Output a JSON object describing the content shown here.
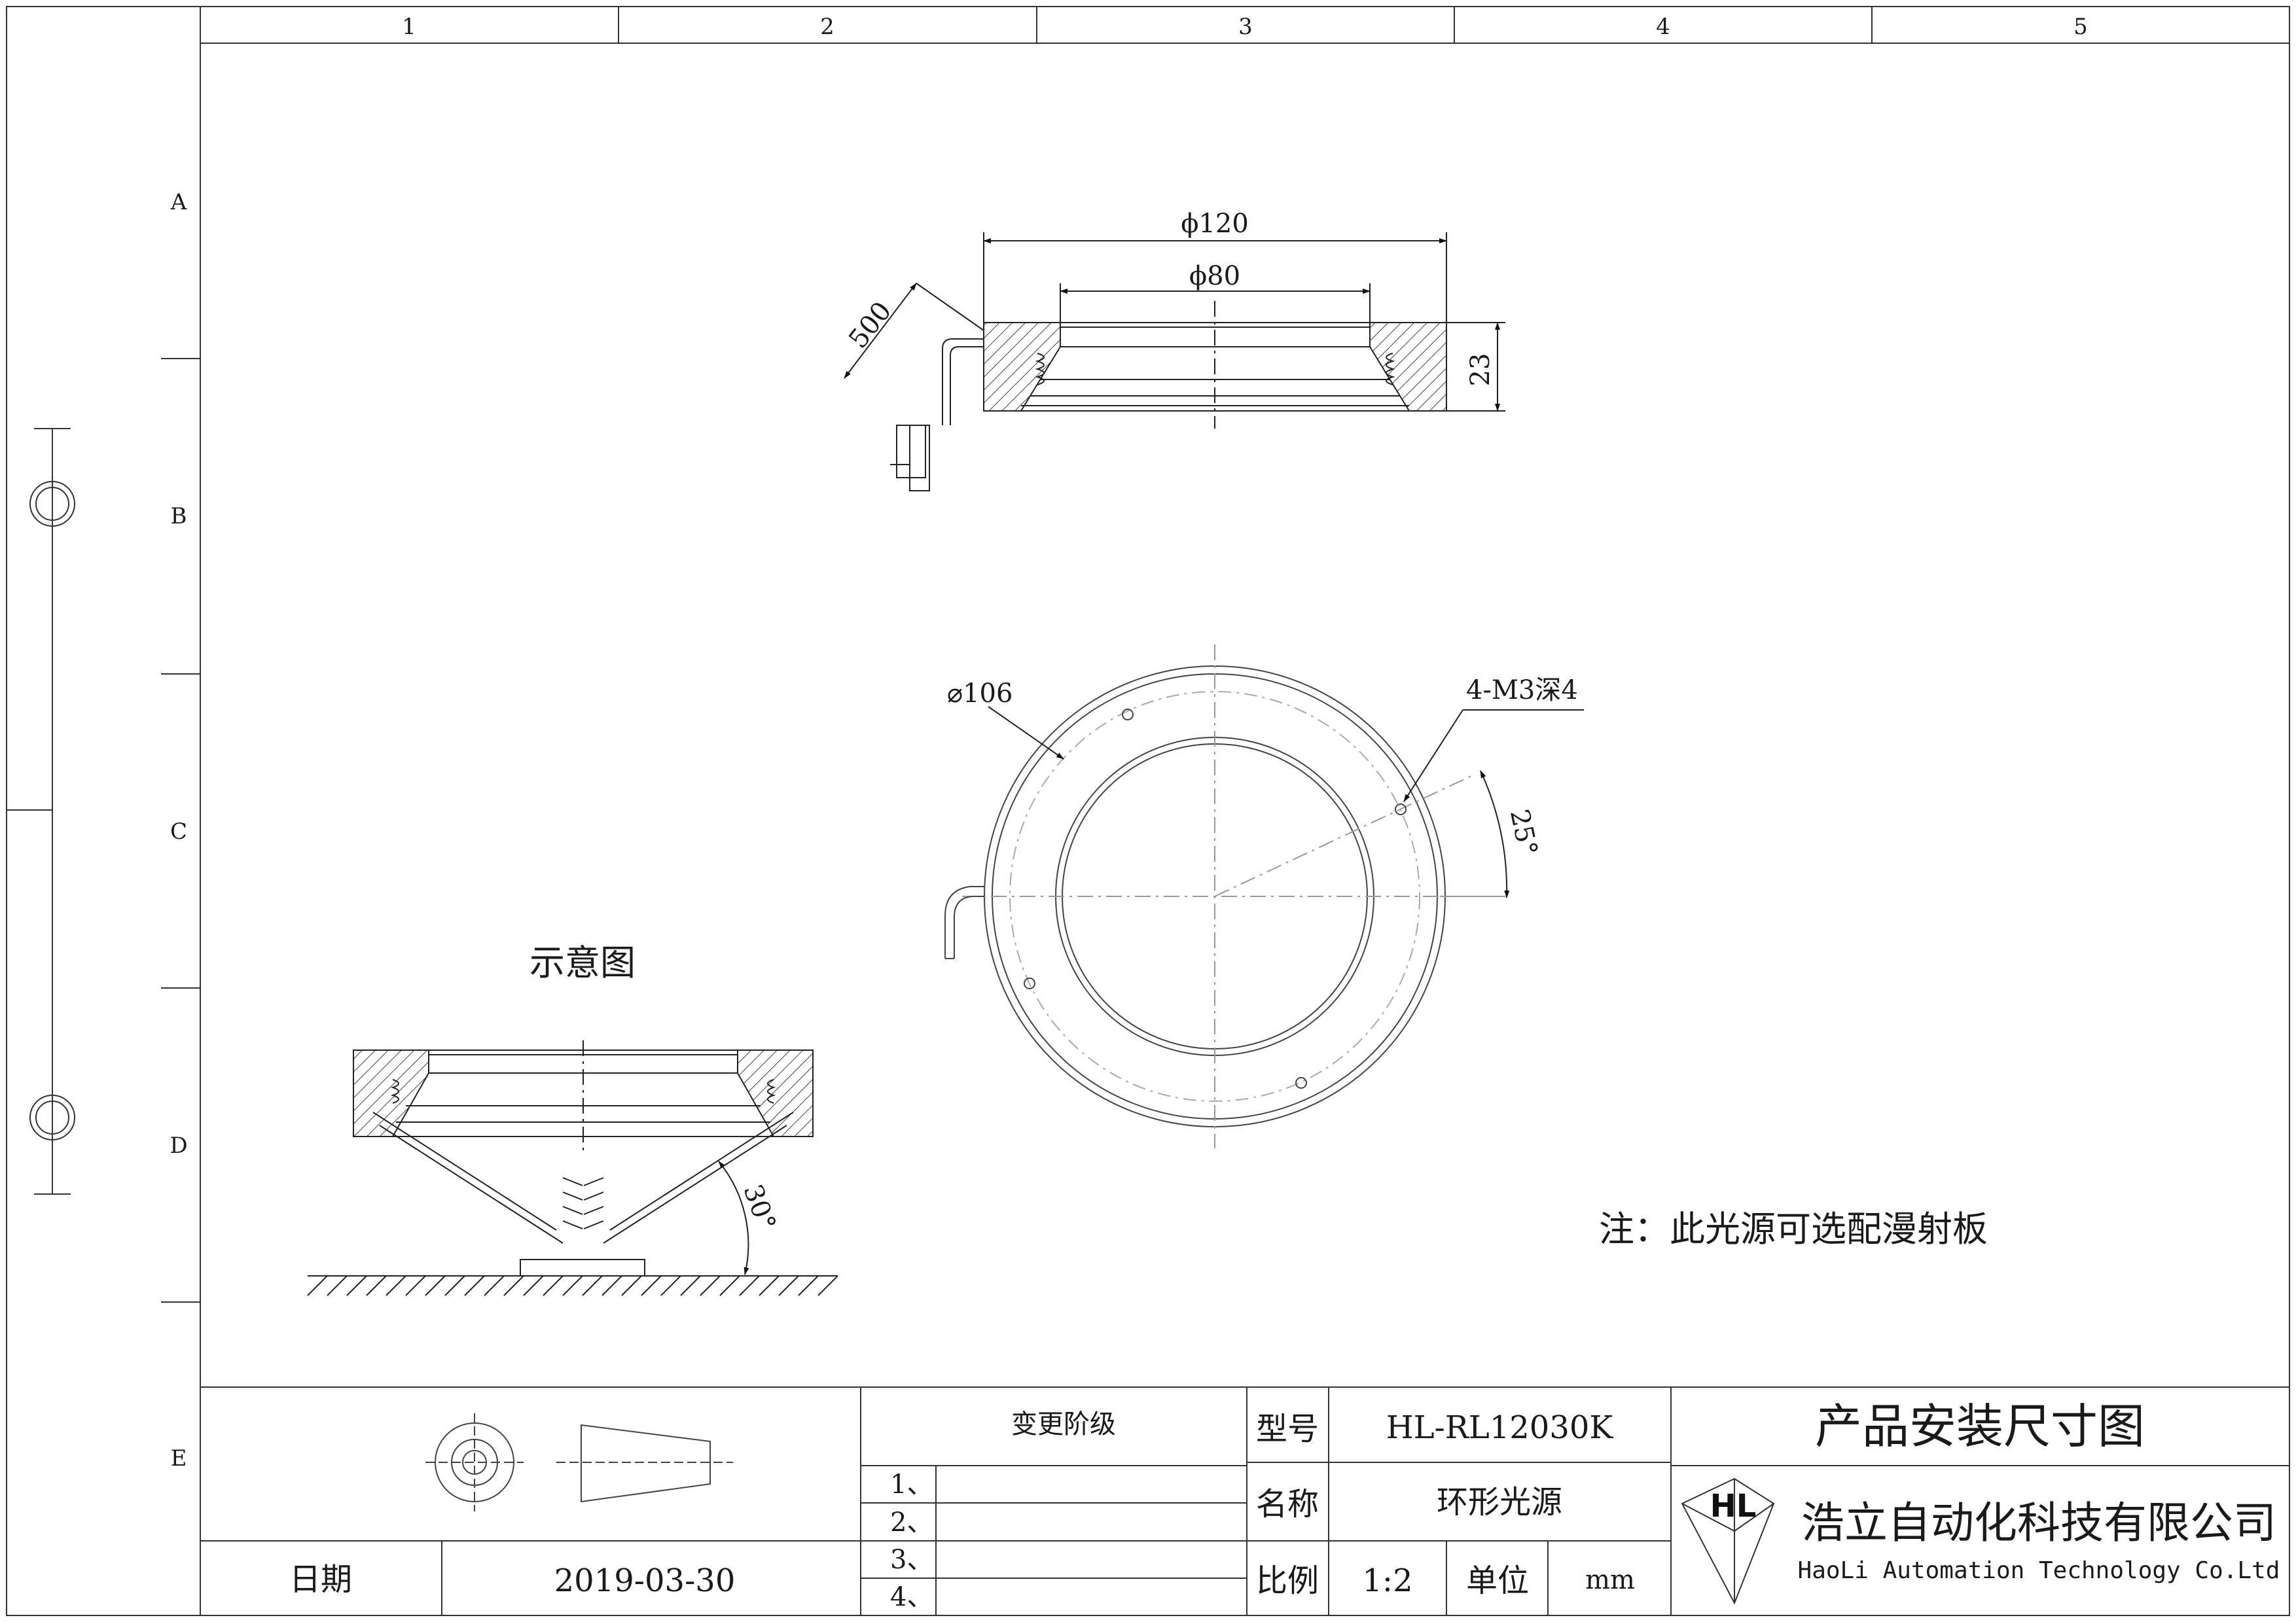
{
  "frame": {
    "columns": [
      "1",
      "2",
      "3",
      "4",
      "5"
    ],
    "rows": [
      "A",
      "B",
      "C",
      "D",
      "E"
    ]
  },
  "front_view": {
    "dim_outer": "ϕ120",
    "dim_inner": "ϕ80",
    "dim_height": "23",
    "dim_cable": "500"
  },
  "top_view": {
    "dim_circle": "⌀106",
    "dim_holes": "4-M3深4",
    "dim_angle": "25°"
  },
  "schematic": {
    "title": "示意图",
    "angle": "30°"
  },
  "note": "注：此光源可选配漫射板",
  "title_block": {
    "change_level_label": "变更阶级",
    "change_rows": [
      "1、",
      "2、",
      "3、",
      "4、"
    ],
    "date_label": "日期",
    "date_value": "2019-03-30",
    "model_label": "型号",
    "model_value": "HL-RL12030K",
    "name_label": "名称",
    "name_value": "环形光源",
    "scale_label": "比例",
    "scale_value": "1:2",
    "unit_label": "单位",
    "unit_value": "mm",
    "drawing_title": "产品安装尺寸图",
    "company_cn": "浩立自动化科技有限公司",
    "company_en": "HaoLi Automation Technology Co.Ltd",
    "logo_text": "HL"
  }
}
